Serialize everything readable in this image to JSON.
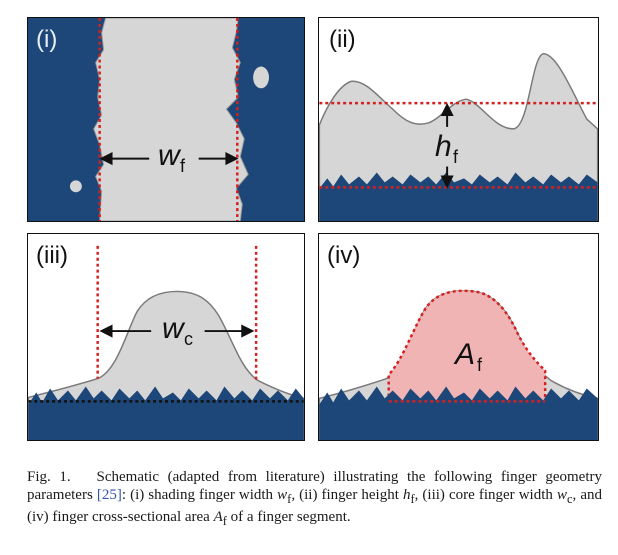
{
  "panels": [
    {
      "label": "(i)",
      "symbol": "w",
      "subscript": "f"
    },
    {
      "label": "(ii)",
      "symbol": "h",
      "subscript": "f"
    },
    {
      "label": "(iii)",
      "symbol": "w",
      "subscript": "c"
    },
    {
      "label": "(iv)",
      "symbol": "A",
      "subscript": "f"
    }
  ],
  "caption": {
    "prefix": "Fig. 1.",
    "text_a": "Schematic (adapted from literature) illustrating the following finger geometry parameters ",
    "citation": "[25]",
    "text_b": ": (i) shading finger width ",
    "var_wf": "w",
    "sub_wf": "f",
    "text_c": ", (ii) finger height ",
    "var_hf": "h",
    "sub_hf": "f",
    "text_d": ", (iii) core finger width ",
    "var_wc": "w",
    "sub_wc": "c",
    "text_e": ", and (iv) finger cross-sectional area ",
    "var_af": "A",
    "sub_af": "f",
    "text_f": " of a finger segment."
  },
  "colors": {
    "substrate_blue": "#1d4778",
    "finger_gray": "#d6d6d6",
    "finger_outline": "#7a7a7a",
    "area_pink": "#f1b4b4",
    "guide_red": "#d42020"
  }
}
